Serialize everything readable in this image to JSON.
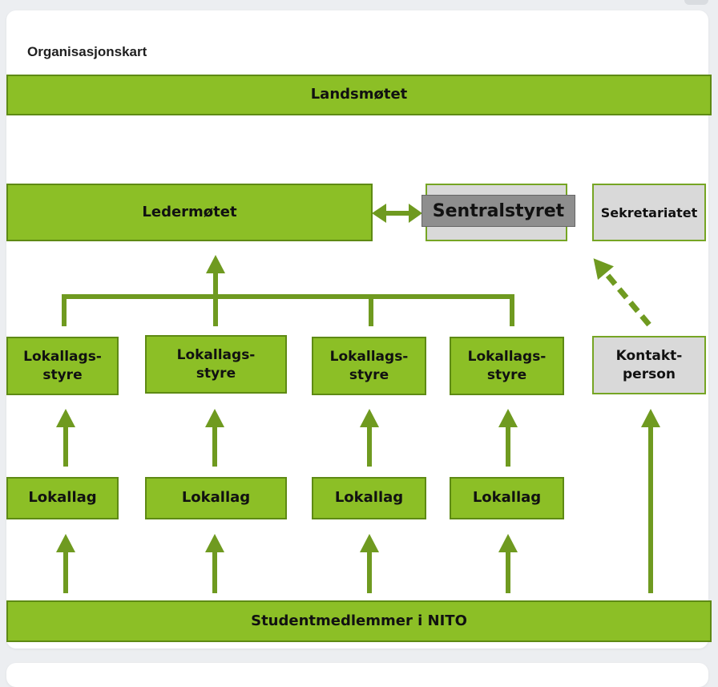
{
  "card": {
    "title": "Organisasjonskart"
  },
  "diagram": {
    "landsmotet": "Landsmøtet",
    "ledermotet": "Ledermøtet",
    "sentralstyret": "Sentralstyret",
    "sekretariatet": "Sekretariatet",
    "lokallagsstyre": [
      "Lokallags-\nstyre",
      "Lokallags-\nstyre",
      "Lokallags-\nstyre",
      "Lokallags-\nstyre"
    ],
    "kontaktperson": "Kontakt-\nperson",
    "lokallag": [
      "Lokallag",
      "Lokallag",
      "Lokallag",
      "Lokallag"
    ],
    "studentmedlemmer": "Studentmedlemmer i NITO"
  },
  "colors": {
    "green": "#8cbf26",
    "green_dark": "#5e8a14",
    "arrow": "#6f9a20",
    "grey": "#d9d9d9",
    "sentral_label": "#8e8e8e"
  }
}
